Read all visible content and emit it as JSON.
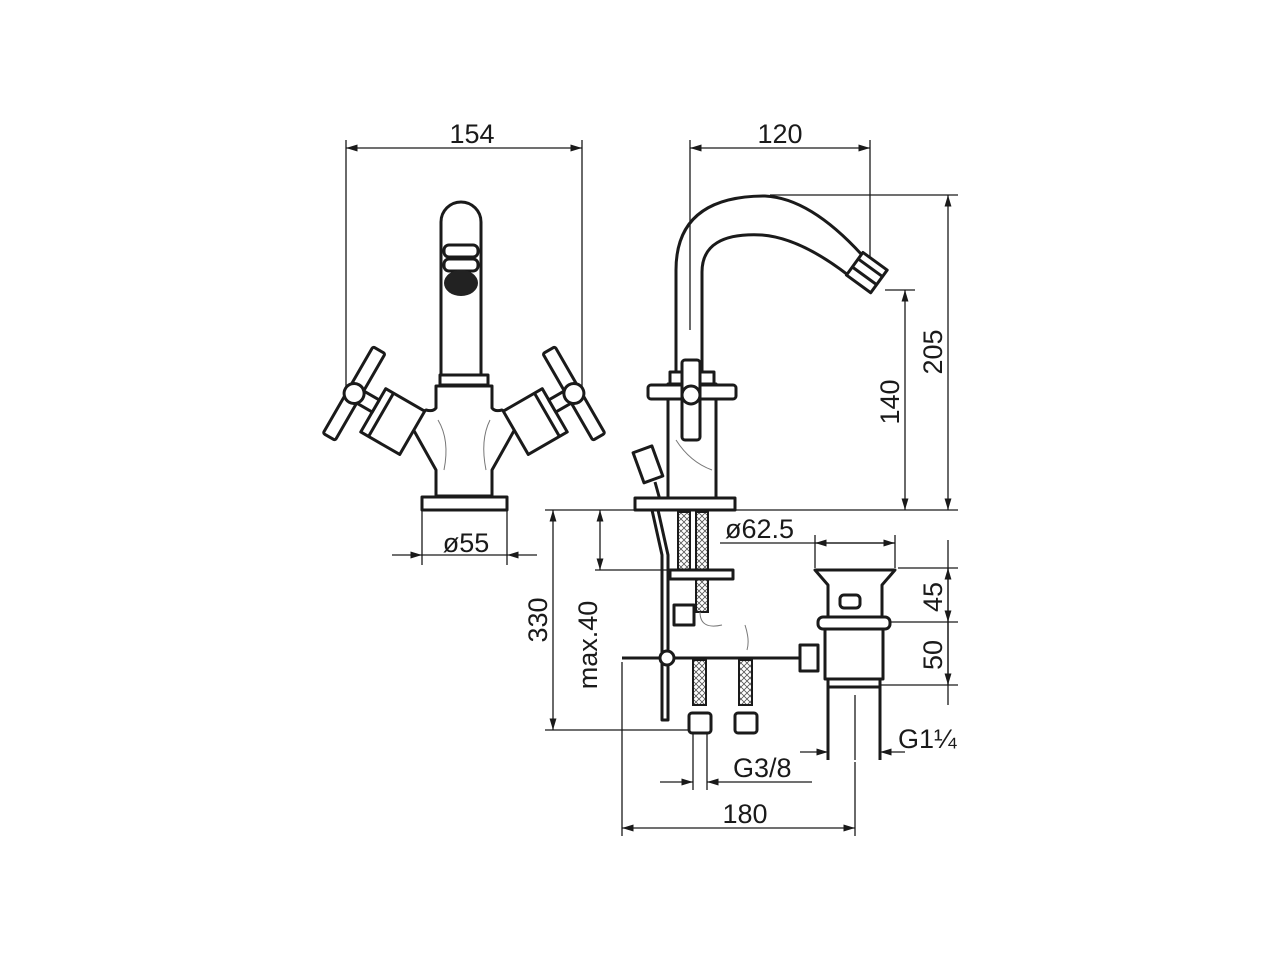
{
  "drawing": {
    "front_view": {
      "width_label": "154",
      "base_diameter_label": "ø55"
    },
    "side_view": {
      "reach_label": "120",
      "total_height_label": "205",
      "spout_height_label": "140",
      "hole_diameter_label": "ø62.5",
      "max_thickness_label": "max.40",
      "under_length_label": "330"
    },
    "waste": {
      "upper_label": "45",
      "lower_label": "50",
      "thread_label": "G1¼"
    },
    "connections": {
      "hose_thread_label": "G3/8",
      "spacing_label": "180"
    }
  }
}
